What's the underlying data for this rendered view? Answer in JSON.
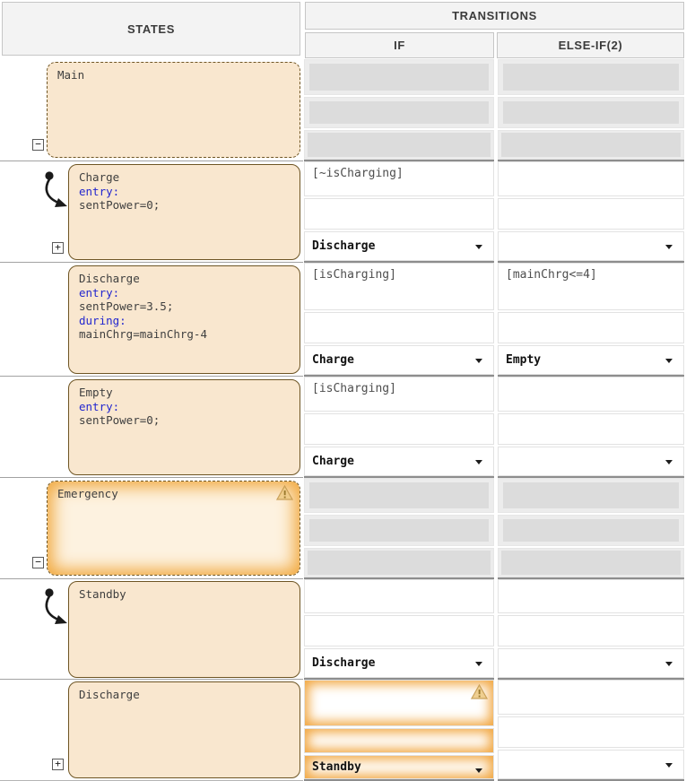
{
  "headers": {
    "states": "STATES",
    "transitions": "TRANSITIONS",
    "if_col": "IF",
    "elseif_col": "ELSE-IF(2)"
  },
  "colors": {
    "state_fill": "#f9e7cf",
    "state_border": "#6e5524",
    "highlight_glow": "#f1a53d",
    "keyword_blue": "#2327cf",
    "disabled_cell_fill": "#dcdcdc",
    "header_bg": "#f3f3f3"
  },
  "rows": [
    {
      "label": "Main",
      "expander": "−"
    },
    {
      "label": "Charge",
      "kw1": "entry:",
      "code1": "sentPower=0;",
      "expander": "+",
      "if_cond": "[~isCharging]",
      "if_dest": "Discharge"
    },
    {
      "label": "Discharge",
      "kw1": "entry:",
      "code1": "sentPower=3.5;",
      "kw2": "during:",
      "code2": "mainChrg=mainChrg-4",
      "if_cond": "[isCharging]",
      "if_dest": "Charge",
      "elseif_cond": "[mainChrg<=4]",
      "elseif_dest": "Empty"
    },
    {
      "label": "Empty",
      "kw1": "entry:",
      "code1": "sentPower=0;",
      "if_cond": "[isCharging]",
      "if_dest": "Charge"
    },
    {
      "label": "Emergency",
      "expander": "−"
    },
    {
      "label": "Standby",
      "if_dest": "Discharge"
    },
    {
      "label": "Discharge",
      "expander": "+",
      "if_dest": "Standby"
    }
  ]
}
